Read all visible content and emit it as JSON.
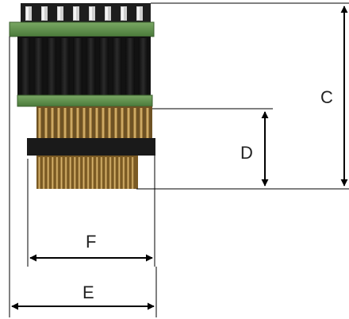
{
  "diagram": {
    "labels": {
      "c": "C",
      "d": "D",
      "e": "E",
      "f": "F"
    },
    "colors": {
      "background": "#ffffff",
      "dimension_line": "#000000",
      "pcb_green": "#5f8c4c",
      "pcb_edge": "#3b5f2e",
      "body_black": "#141414",
      "pin_gold": "#c8a050",
      "pin_brass": "#a67c33",
      "header_top": "#2a2a2a"
    }
  }
}
